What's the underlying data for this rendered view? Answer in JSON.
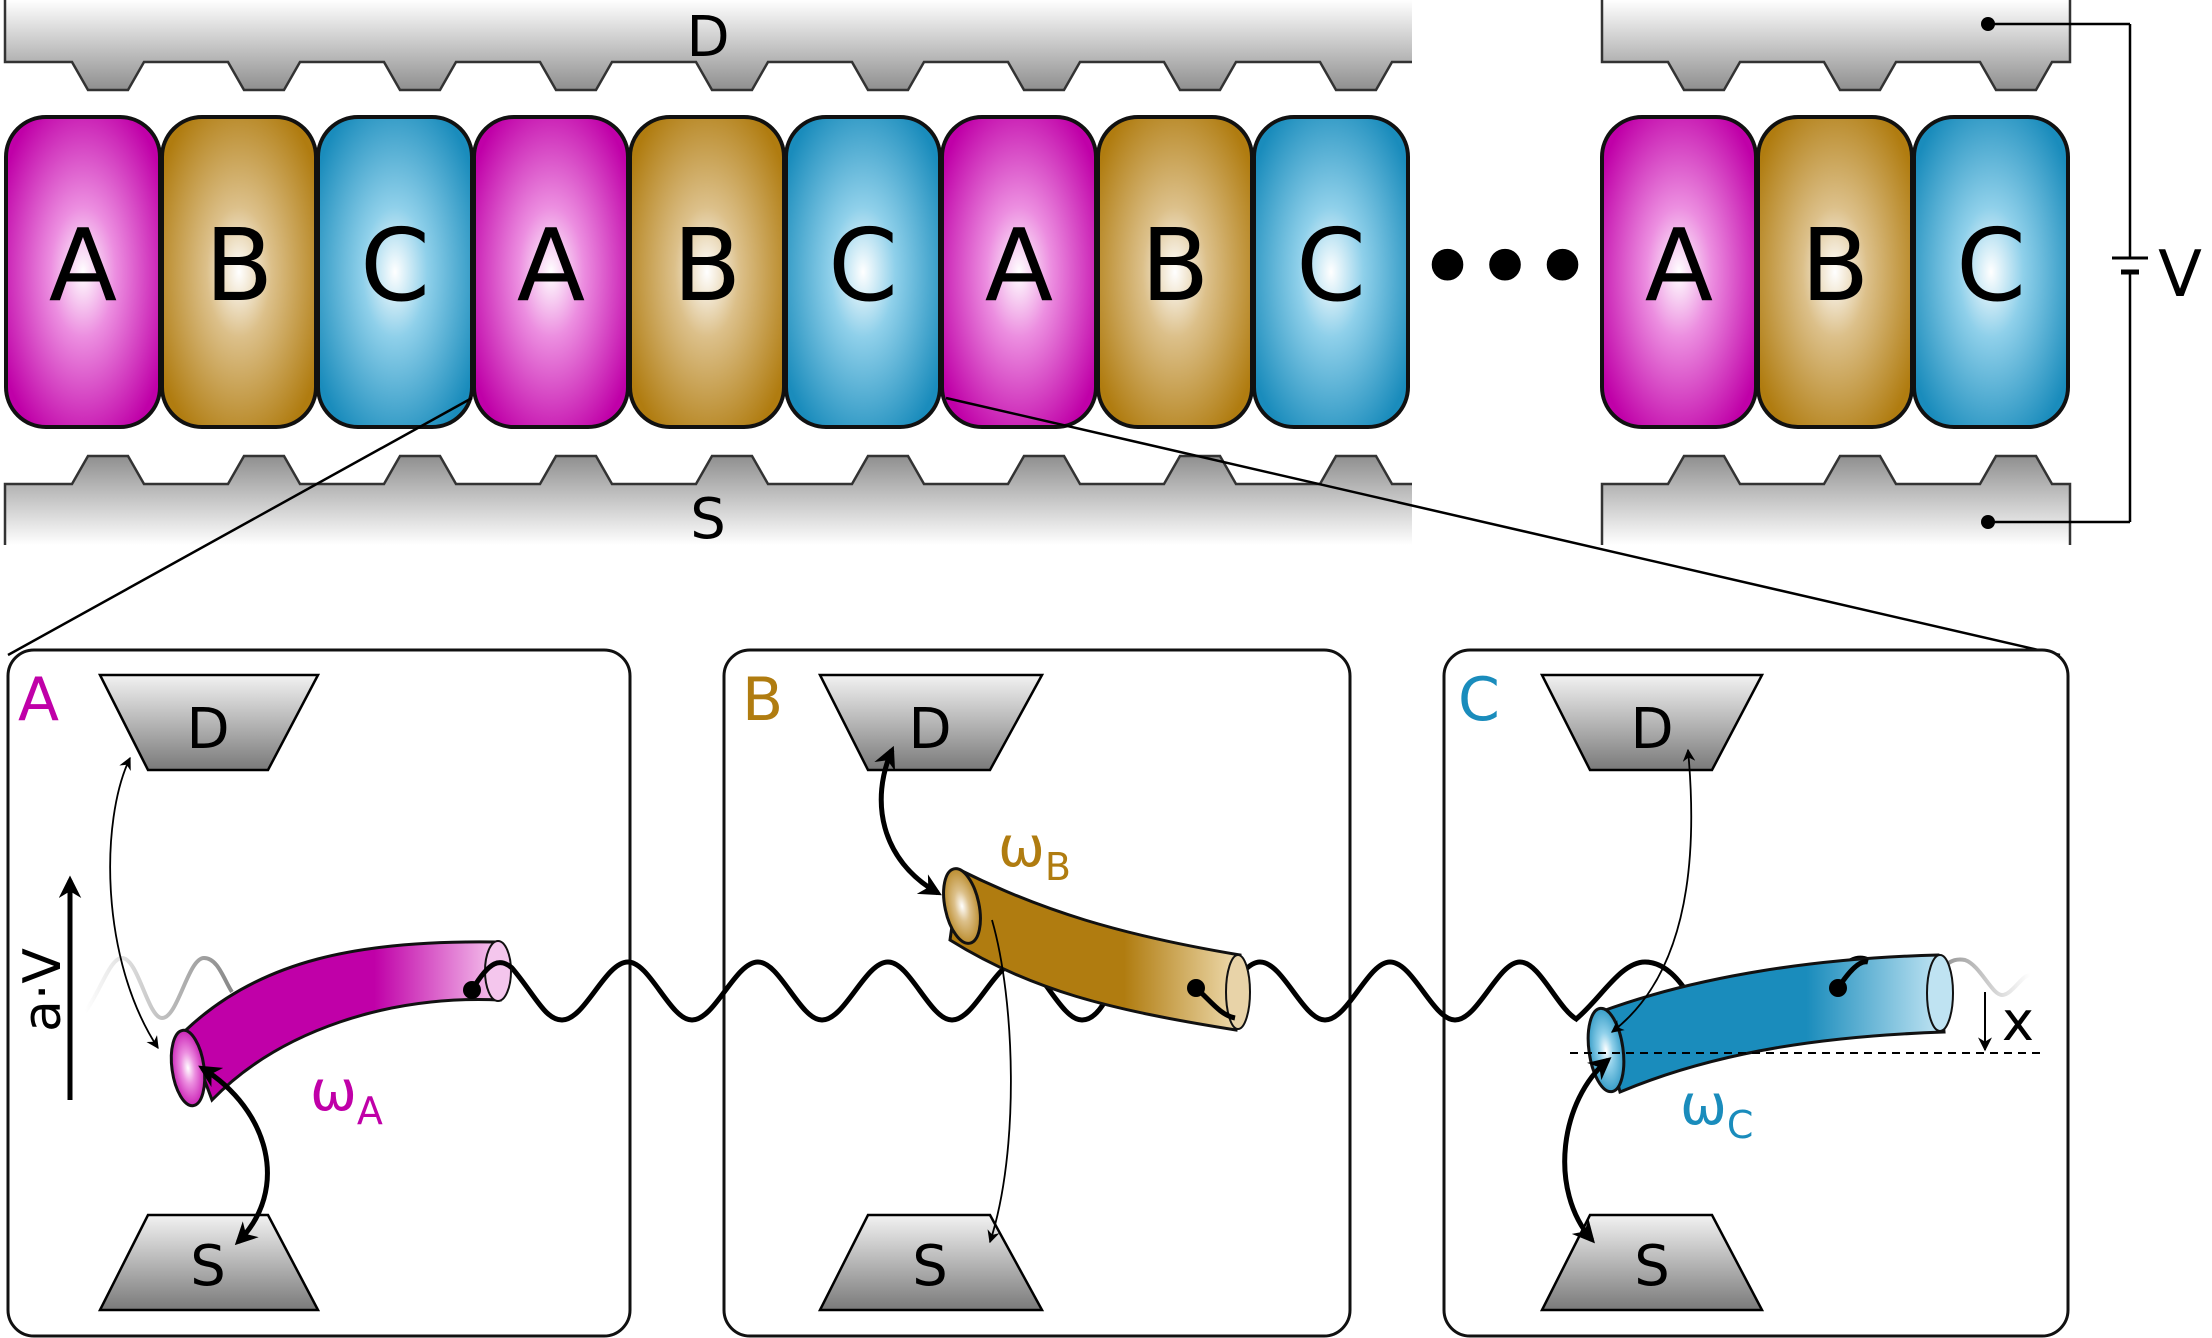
{
  "electrodes": {
    "drain": "D",
    "source": "S"
  },
  "voltage_label": "V",
  "ellipsis": "•••",
  "units_group1": [
    "A",
    "B",
    "C",
    "A",
    "B",
    "C",
    "A",
    "B",
    "C"
  ],
  "units_group2": [
    "A",
    "B",
    "C"
  ],
  "colors": {
    "A": "#c000a8",
    "B": "#b07c10",
    "C": "#1a8cbc",
    "electrode": "#9a9a9a",
    "outline": "#111111"
  },
  "panels": [
    {
      "key": "A",
      "label": "A",
      "drain": "D",
      "source": "S",
      "freq_symbol": "ω",
      "freq_sub": "A"
    },
    {
      "key": "B",
      "label": "B",
      "drain": "D",
      "source": "S",
      "freq_symbol": "ω",
      "freq_sub": "B"
    },
    {
      "key": "C",
      "label": "C",
      "drain": "D",
      "source": "S",
      "freq_symbol": "ω",
      "freq_sub": "C"
    }
  ],
  "field_label": "a·V",
  "displacement_label": "x"
}
